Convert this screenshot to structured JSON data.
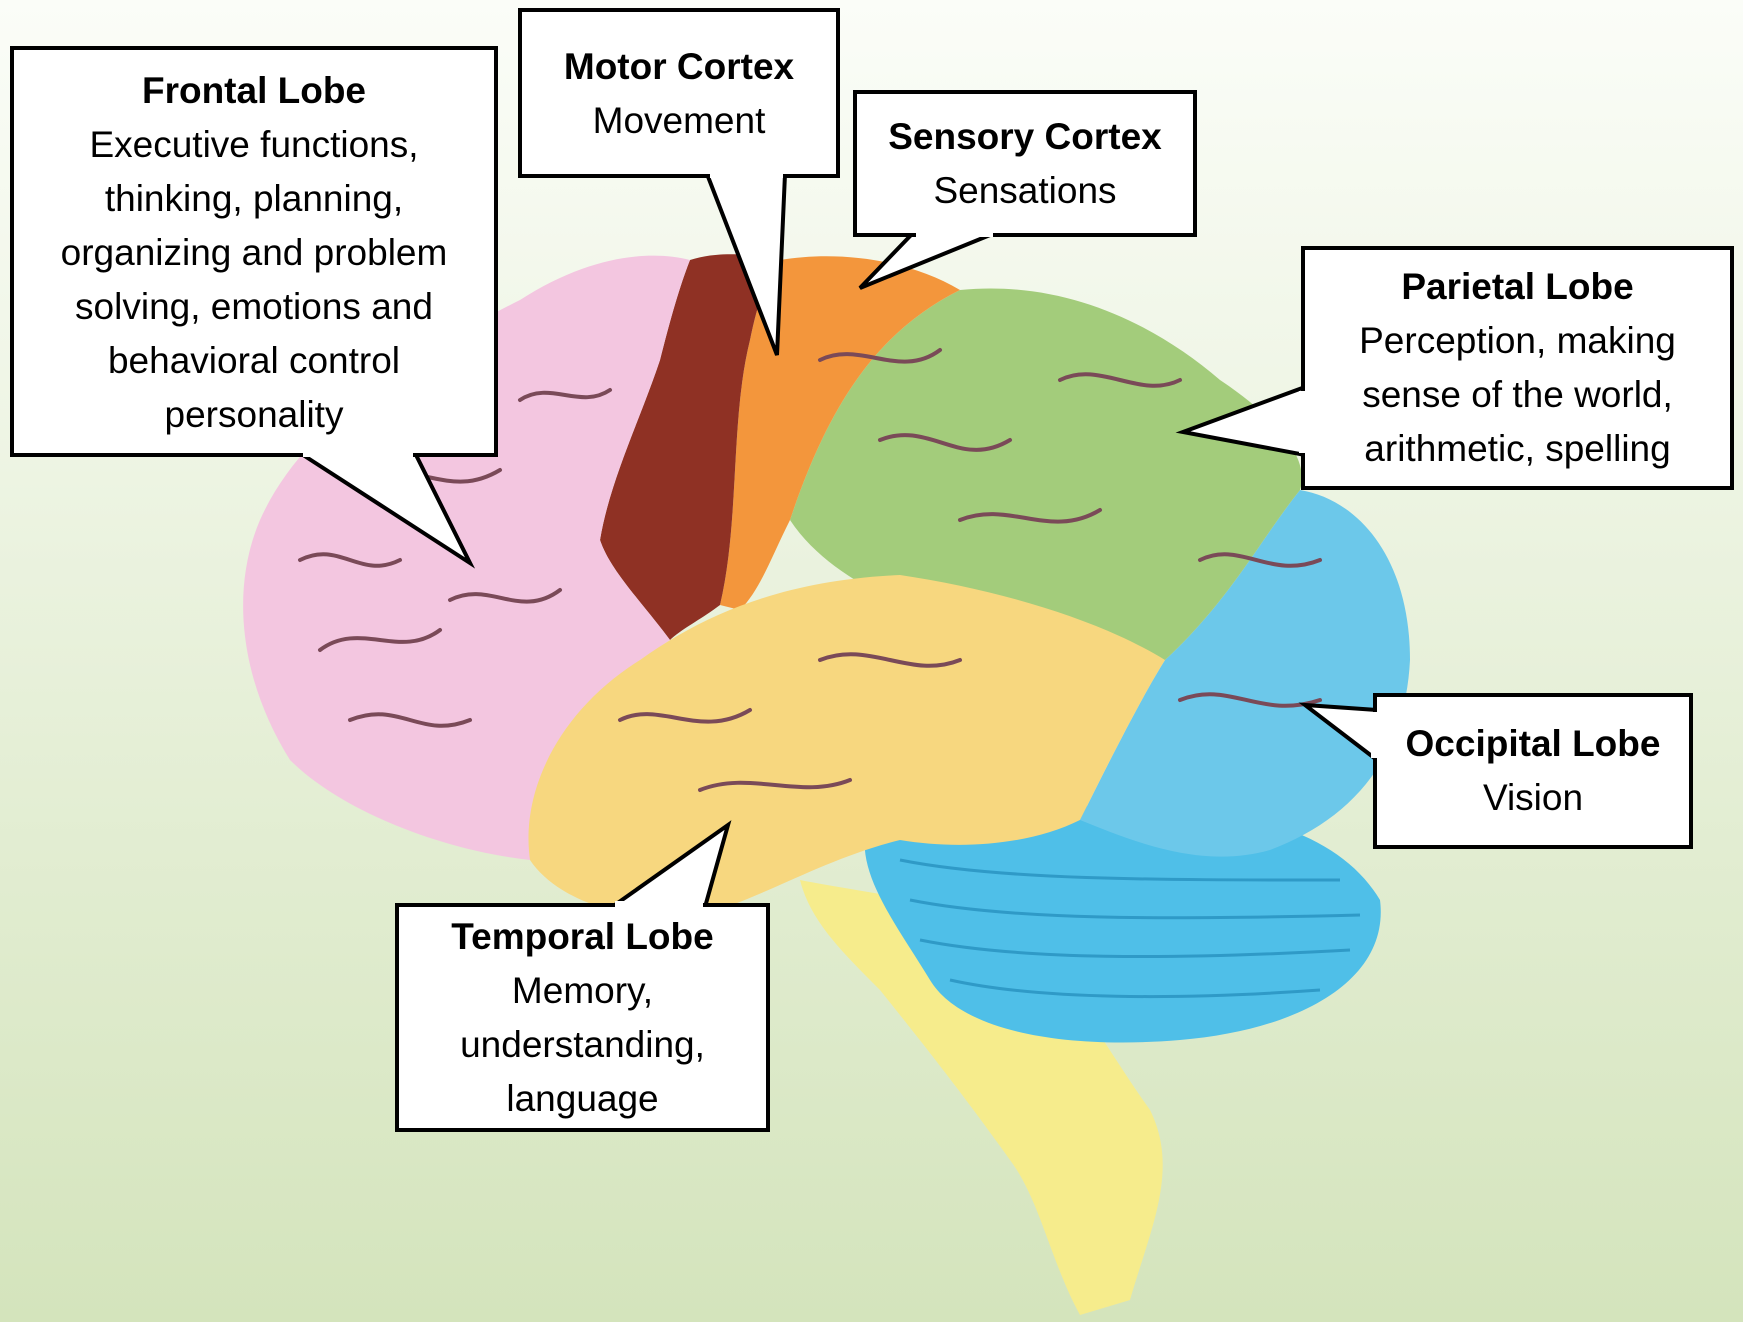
{
  "colors": {
    "background_top": "#fbfdf8",
    "background_bottom": "#d4e4bc",
    "frontal": "#f3c6e0",
    "motor": "#8f3124",
    "sensory": "#f3963c",
    "parietal": "#a3cc7b",
    "occipital": "#6cc8ea",
    "temporal": "#f7d77f",
    "cerebellum": "#4fbfe8",
    "brainstem": "#f6ec8c",
    "sulcus": "#7a4a58"
  },
  "callouts": [
    {
      "id": "frontal",
      "title": "Frontal Lobe",
      "lines": [
        "Executive functions,",
        "thinking, planning,",
        "organizing and problem",
        "solving, emotions and",
        "behavioral control",
        "personality"
      ]
    },
    {
      "id": "motor",
      "title": "Motor Cortex",
      "lines": [
        "Movement"
      ]
    },
    {
      "id": "sensory",
      "title": "Sensory Cortex",
      "lines": [
        "Sensations"
      ]
    },
    {
      "id": "parietal",
      "title": "Parietal Lobe",
      "lines": [
        "Perception, making",
        "sense of the world,",
        "arithmetic, spelling"
      ]
    },
    {
      "id": "occipital",
      "title": "Occipital Lobe",
      "lines": [
        "Vision"
      ]
    },
    {
      "id": "temporal",
      "title": "Temporal Lobe",
      "lines": [
        "Memory,",
        "understanding,",
        "language"
      ]
    }
  ]
}
